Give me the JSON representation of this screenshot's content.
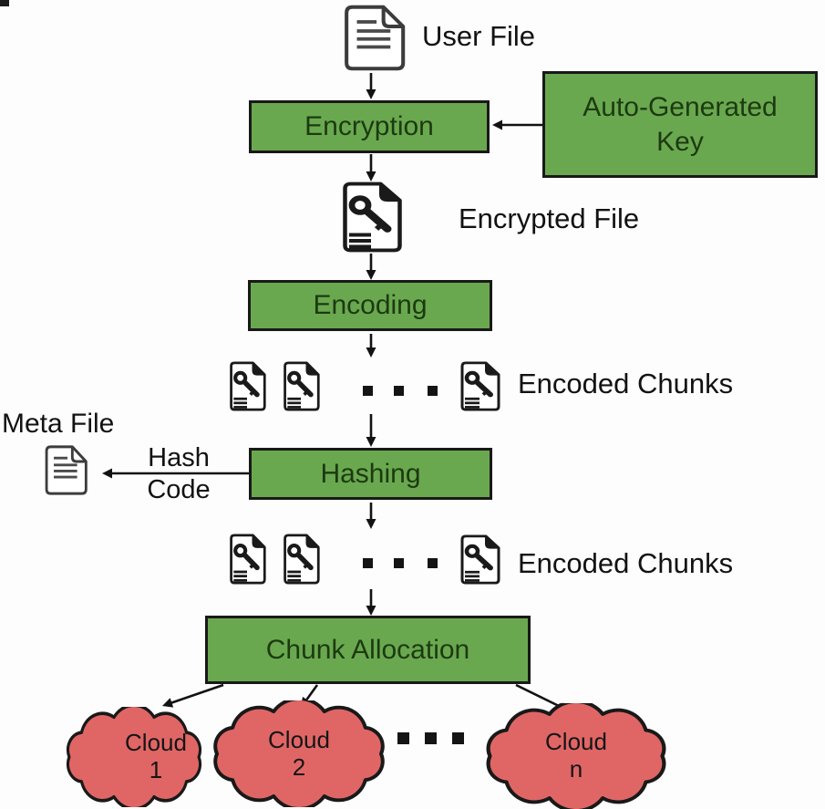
{
  "flow": {
    "user_file_label": "User File",
    "encryption_label": "Encryption",
    "auto_generated_key_label": "Auto-Generated Key",
    "encrypted_file_label": "Encrypted File",
    "encoding_label": "Encoding",
    "encoded_chunks_label": "Encoded Chunks",
    "hashing_label": "Hashing",
    "hash_code_line1": "Hash",
    "hash_code_line2": "Code",
    "meta_file_label": "Meta File",
    "chunk_allocation_label": "Chunk Allocation",
    "clouds": [
      {
        "line1": "Cloud",
        "line2": "1"
      },
      {
        "line1": "Cloud",
        "line2": "2"
      },
      {
        "line1": "Cloud",
        "line2": "n"
      }
    ]
  },
  "icons": {
    "user_file": "document-icon",
    "encrypted_file": "document-key-icon",
    "encoded_chunk": "document-key-icon",
    "meta_file": "document-icon",
    "cloud": "cloud-shape",
    "ellipsis": "ellipsis-dots"
  },
  "colors": {
    "process_box_fill": "#6aa84f",
    "process_box_border": "#191919",
    "process_box_text": "#1c3a10",
    "cloud_fill": "#e06666",
    "cloud_stroke": "#191919",
    "arrow": "#121212",
    "label_text": "#121212",
    "background": "#fdfdfd"
  }
}
